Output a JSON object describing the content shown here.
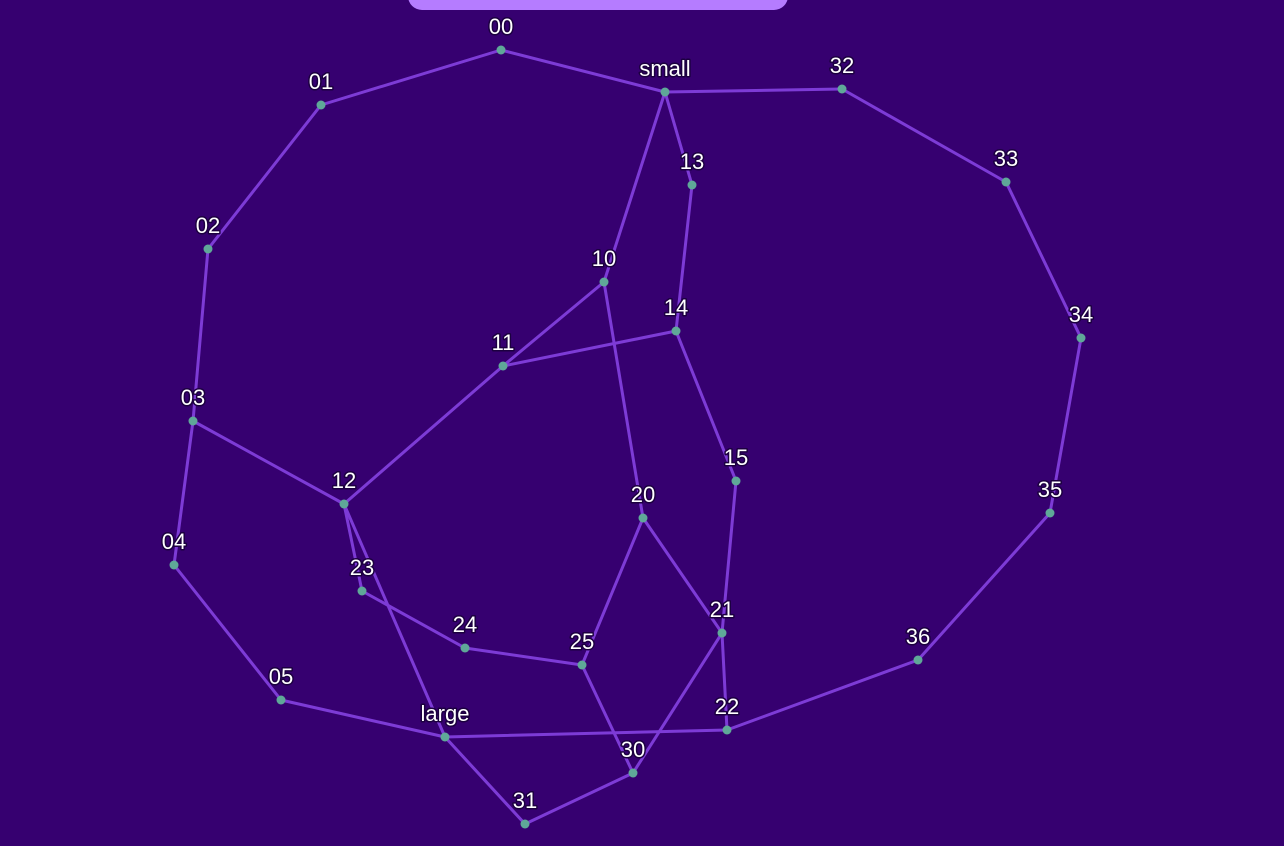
{
  "header": {
    "bar_color": "#b57cff"
  },
  "graph": {
    "background": "#360070",
    "edge_color": "#7d3bd6",
    "node_color": "#5fa898",
    "label_color": "#ffffff",
    "nodes": [
      {
        "id": "00",
        "label": "00"
      },
      {
        "id": "01",
        "label": "01"
      },
      {
        "id": "02",
        "label": "02"
      },
      {
        "id": "03",
        "label": "03"
      },
      {
        "id": "04",
        "label": "04"
      },
      {
        "id": "05",
        "label": "05"
      },
      {
        "id": "small",
        "label": "small"
      },
      {
        "id": "32",
        "label": "32"
      },
      {
        "id": "33",
        "label": "33"
      },
      {
        "id": "34",
        "label": "34"
      },
      {
        "id": "35",
        "label": "35"
      },
      {
        "id": "36",
        "label": "36"
      },
      {
        "id": "13",
        "label": "13"
      },
      {
        "id": "10",
        "label": "10"
      },
      {
        "id": "14",
        "label": "14"
      },
      {
        "id": "11",
        "label": "11"
      },
      {
        "id": "15",
        "label": "15"
      },
      {
        "id": "12",
        "label": "12"
      },
      {
        "id": "20",
        "label": "20"
      },
      {
        "id": "23",
        "label": "23"
      },
      {
        "id": "24",
        "label": "24"
      },
      {
        "id": "25",
        "label": "25"
      },
      {
        "id": "21",
        "label": "21"
      },
      {
        "id": "22",
        "label": "22"
      },
      {
        "id": "large",
        "label": "large"
      },
      {
        "id": "30",
        "label": "30"
      },
      {
        "id": "31",
        "label": "31"
      }
    ],
    "edges": [
      [
        "00",
        "01"
      ],
      [
        "01",
        "02"
      ],
      [
        "02",
        "03"
      ],
      [
        "03",
        "04"
      ],
      [
        "04",
        "05"
      ],
      [
        "05",
        "large"
      ],
      [
        "00",
        "small"
      ],
      [
        "small",
        "32"
      ],
      [
        "32",
        "33"
      ],
      [
        "33",
        "34"
      ],
      [
        "34",
        "35"
      ],
      [
        "35",
        "36"
      ],
      [
        "36",
        "22"
      ],
      [
        "small",
        "13"
      ],
      [
        "small",
        "10"
      ],
      [
        "13",
        "14"
      ],
      [
        "10",
        "11"
      ],
      [
        "10",
        "20"
      ],
      [
        "11",
        "14"
      ],
      [
        "11",
        "12"
      ],
      [
        "14",
        "15"
      ],
      [
        "15",
        "21"
      ],
      [
        "03",
        "12"
      ],
      [
        "12",
        "23"
      ],
      [
        "12",
        "large"
      ],
      [
        "23",
        "24"
      ],
      [
        "24",
        "25"
      ],
      [
        "20",
        "25"
      ],
      [
        "20",
        "21"
      ],
      [
        "21",
        "22"
      ],
      [
        "21",
        "30"
      ],
      [
        "25",
        "30"
      ],
      [
        "large",
        "22"
      ],
      [
        "large",
        "31"
      ],
      [
        "31",
        "30"
      ]
    ]
  }
}
